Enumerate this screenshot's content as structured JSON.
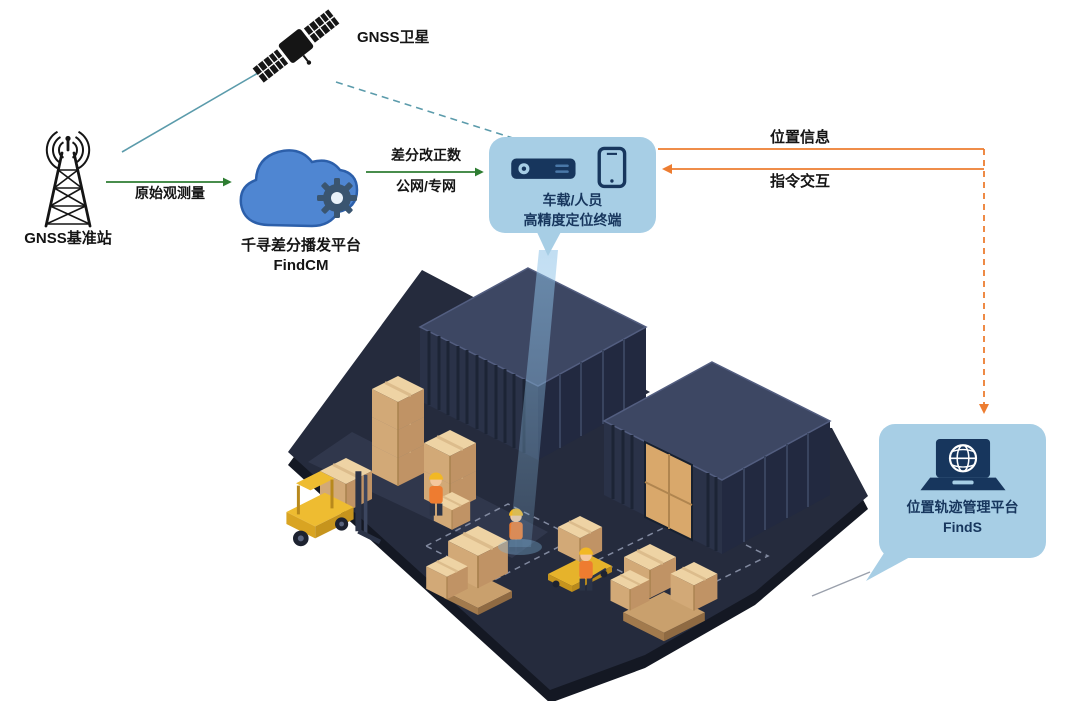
{
  "diagram": {
    "satellite": {
      "label": "GNSS卫星"
    },
    "base_station": {
      "label": "GNSS基准站"
    },
    "cloud_platform": {
      "name": "千寻差分播发平台",
      "product": "FindCM"
    },
    "terminal": {
      "line1": "车载/人员",
      "line2": "高精度定位终端"
    },
    "management_platform": {
      "name": "位置轨迹管理平台",
      "product": "FindS"
    },
    "flows": {
      "raw_observation": "原始观测量",
      "correction_line1": "差分改正数",
      "correction_line2": "公网/专网",
      "position_info": "位置信息",
      "command_interaction": "指令交互"
    }
  },
  "icons": {
    "satellite": "satellite-icon",
    "base_station": "radio-tower-icon",
    "cloud": "cloud-gear-icon",
    "terminal_devices": "receiver-and-smartphone-icon",
    "management": "laptop-globe-icon"
  },
  "colors": {
    "arrow_green": "#2e7d32",
    "arrow_orange": "#ed7d31",
    "link_teal": "#5b9bab",
    "panel_blue": "#a7cee5",
    "panel_text": "#17365d",
    "platform_navy": "#252b3d",
    "container_navy": "#2a3248",
    "box_tan": "#d2a977",
    "forklift_yellow": "#eebc31",
    "beam_blue": "#8fc3e8"
  }
}
